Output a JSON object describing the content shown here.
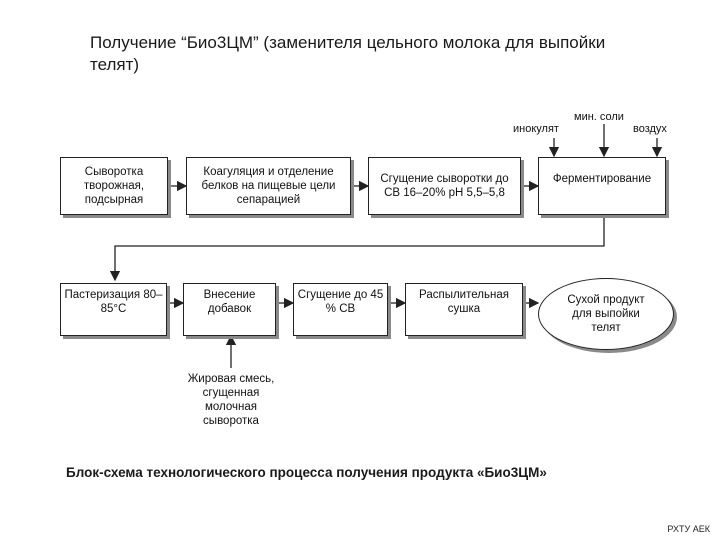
{
  "title": "Получение “Био3ЦМ” (заменителя цельного молока для выпойки телят)",
  "inputs": {
    "inoculate": "инокулят",
    "mineral_salts": "мин. соли",
    "air": "воздух",
    "fat_mix": "Жировая смесь, сгущенная молочная сыворотка"
  },
  "row1": [
    "Сыворотка творожная, подсырная",
    "Коагуляция и отделение белков на пищевые цели сепарацией",
    "Сгущение сыворотки до СВ 16–20% pH 5,5–5,8",
    "Ферментирование"
  ],
  "row2": [
    "Пастеризация 80–85°С",
    "Внесение добавок",
    "Сгущение до 45 % СВ",
    "Распылительная сушка"
  ],
  "product": "Сухой продукт для выпойки телят",
  "caption": "Блок-схема технологического процесса получения продукта «Био3ЦМ»",
  "watermark": "РХТУ АЕК"
}
